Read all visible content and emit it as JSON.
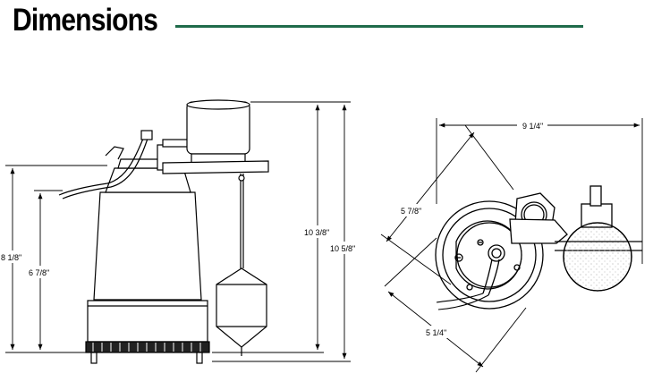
{
  "header": {
    "title": "Dimensions",
    "rule_color": "#1f6b4a"
  },
  "side_view": {
    "dims": {
      "d1": "8 1/8\"",
      "d2": "6 7/8\"",
      "d3": "10 3/8\"",
      "d4": "10 5/8\""
    }
  },
  "top_view": {
    "dims": {
      "d1": "9 1/4\"",
      "d2": "5 7/8\"",
      "d3": "5 1/4\""
    }
  }
}
